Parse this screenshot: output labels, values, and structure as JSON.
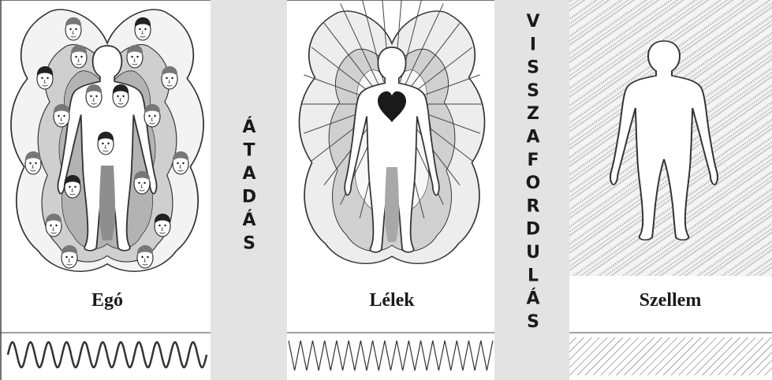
{
  "panels": [
    {
      "id": "ego",
      "label": "Egó",
      "wave": "sine"
    },
    {
      "id": "soul",
      "label": "Lélek",
      "wave": "zigzag"
    },
    {
      "id": "spirit",
      "label": "Szellem",
      "wave": "hatch"
    }
  ],
  "dividers": [
    {
      "id": "atadas",
      "text": "ÁTADÁS"
    },
    {
      "id": "visszafordulas",
      "text": "VISSZAFORDULÁS"
    }
  ],
  "colors": {
    "divider_bg": "#e3e3e3",
    "outer_aura": "#f3f3f3",
    "middle_aura": "#cfcfcf",
    "inner_aura": "#b3b3b3",
    "body_fill": "#ffffff",
    "heart": "#1a1a1a",
    "line": "#333333"
  },
  "icons": {
    "ego_faces": "face-icon",
    "heart": "heart-icon"
  }
}
